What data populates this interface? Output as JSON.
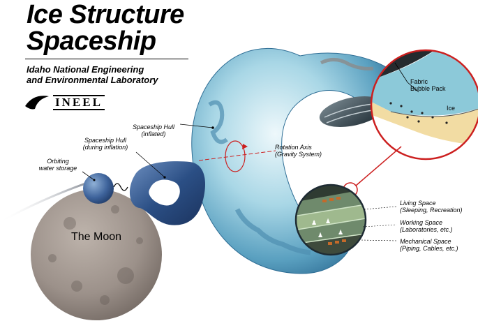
{
  "title": {
    "line1": "Ice Structure",
    "line2": "Spaceship"
  },
  "organization": {
    "line1": "Idaho National Engineering",
    "line2": "and Environmental Laboratory",
    "logo_text": "INEEL"
  },
  "labels": {
    "hull_inflated_1": "Spaceship Hull",
    "hull_inflated_2": "(inflated)",
    "hull_inflation_1": "Spaceship Hull",
    "hull_inflation_2": "(during inflation)",
    "water_1": "Orbiting",
    "water_2": "water storage",
    "rotation_1": "Rotation Axis",
    "rotation_2": "(Gravity System)",
    "moon": "The Moon",
    "fabric": "Fabric",
    "bubble": "Bubble Pack",
    "ice": "Ice",
    "living_1": "Living Space",
    "living_2": "(Sleeping, Recreation)",
    "working_1": "Working Space",
    "working_2": "(Laboratories, etc.)",
    "mechanical_1": "Mechanical Space",
    "mechanical_2": "(Piping, Cables, etc.)"
  },
  "colors": {
    "torus_light": "#d6eef4",
    "torus_mid": "#6fb3cc",
    "torus_dark": "#2f6e95",
    "hull_blue": "#2b4f85",
    "moon_gray": "#9c918a",
    "callout_red": "#cc1f1f",
    "ice_tan": "#f2dca3"
  }
}
